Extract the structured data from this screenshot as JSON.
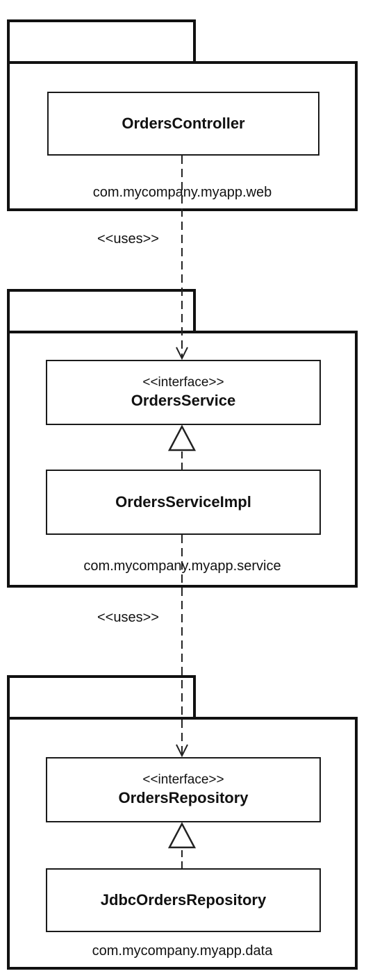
{
  "packages": [
    {
      "name": "com.mycompany.myapp.web",
      "classes": [
        {
          "stereotype": "",
          "name": "OrdersController"
        }
      ]
    },
    {
      "name": "com.mycompany.myapp.service",
      "classes": [
        {
          "stereotype": "<<interface>>",
          "name": "OrdersService"
        },
        {
          "stereotype": "",
          "name": "OrdersServiceImpl"
        }
      ]
    },
    {
      "name": "com.mycompany.myapp.data",
      "classes": [
        {
          "stereotype": "<<interface>>",
          "name": "OrdersRepository"
        },
        {
          "stereotype": "",
          "name": "JdbcOrdersRepository"
        }
      ]
    }
  ],
  "relations": [
    {
      "type": "dependency",
      "label": "<<uses>>",
      "from": "OrdersController",
      "to": "OrdersService"
    },
    {
      "type": "realization",
      "label": "",
      "from": "OrdersServiceImpl",
      "to": "OrdersService"
    },
    {
      "type": "dependency",
      "label": "<<uses>>",
      "from": "OrdersServiceImpl",
      "to": "OrdersRepository"
    },
    {
      "type": "realization",
      "label": "",
      "from": "JdbcOrdersRepository",
      "to": "OrdersRepository"
    }
  ]
}
